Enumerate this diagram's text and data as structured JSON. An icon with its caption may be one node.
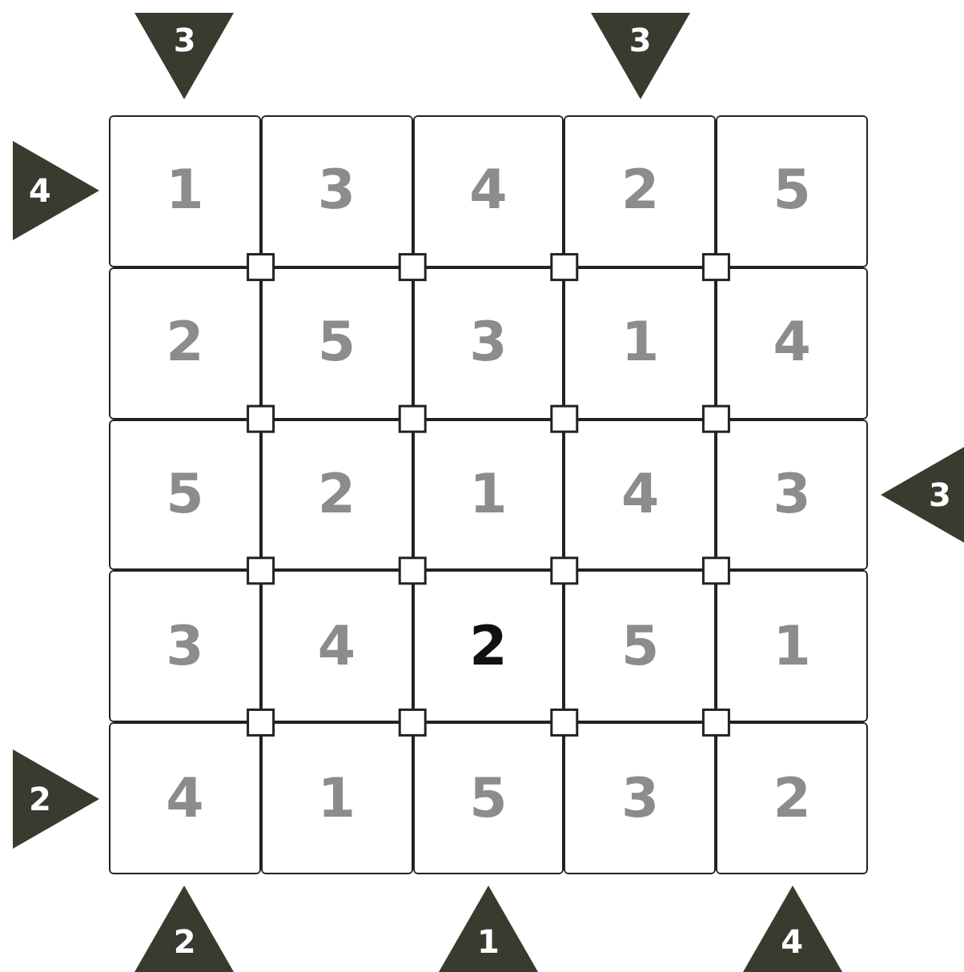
{
  "diagram": {
    "nodes": [
      {
        "text": [
          "3"
        ]
      },
      {
        "text": [
          "3"
        ]
      },
      {
        "text": [
          "4"
        ]
      },
      {
        "text": [
          "1"
        ]
      },
      {
        "text": [
          "3"
        ]
      },
      {
        "text": [
          "4"
        ]
      },
      {
        "text": [
          "2"
        ]
      },
      {
        "text": [
          "5"
        ]
      },
      {
        "text": [
          "2"
        ]
      },
      {
        "text": [
          "5"
        ]
      },
      {
        "text": [
          "3"
        ]
      },
      {
        "text": [
          "1"
        ]
      },
      {
        "text": [
          "4"
        ]
      },
      {
        "text": [
          "5"
        ]
      },
      {
        "text": [
          "2"
        ]
      },
      {
        "text": [
          "1"
        ]
      },
      {
        "text": [
          "4"
        ]
      },
      {
        "text": [
          "3"
        ]
      },
      {
        "text": [
          "3"
        ]
      },
      {
        "text": [
          "3"
        ]
      },
      {
        "text": [
          "4"
        ]
      },
      {
        "text": [
          "2"
        ]
      },
      {
        "text": [
          "5"
        ]
      },
      {
        "text": [
          "1"
        ]
      },
      {
        "text": [
          "2"
        ]
      },
      {
        "text": [
          "4"
        ]
      },
      {
        "text": [
          "1"
        ]
      },
      {
        "text": [
          "5"
        ]
      },
      {
        "text": [
          "3"
        ]
      },
      {
        "text": [
          "2"
        ]
      },
      {
        "text": [
          "2"
        ]
      },
      {
        "text": [
          "1"
        ]
      },
      {
        "text": [
          "4"
        ]
      }
    ]
  }
}
